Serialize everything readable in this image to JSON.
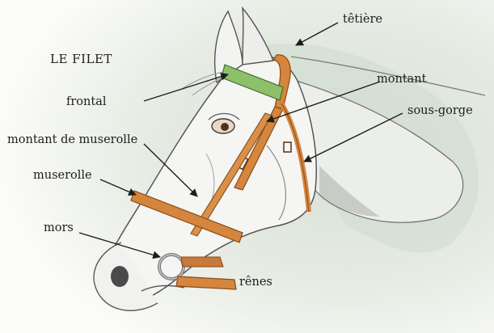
{
  "title": "LE FILET",
  "labels": {
    "tetiere": "têtière",
    "frontal": "frontal",
    "montant": "montant",
    "sous_gorge": "sous-gorge",
    "montant_de_muserolle": "montant de muserolle",
    "muserolle": "muserolle",
    "mors": "mors",
    "renes": "rênes"
  },
  "colors": {
    "leather": "#d4853e",
    "leather_dark": "#8a4a18",
    "browband": "#8cc06a",
    "background_wash": "#dfe6dc",
    "horse_coat": "#f4f4f2",
    "outline": "#5b5b5b"
  }
}
